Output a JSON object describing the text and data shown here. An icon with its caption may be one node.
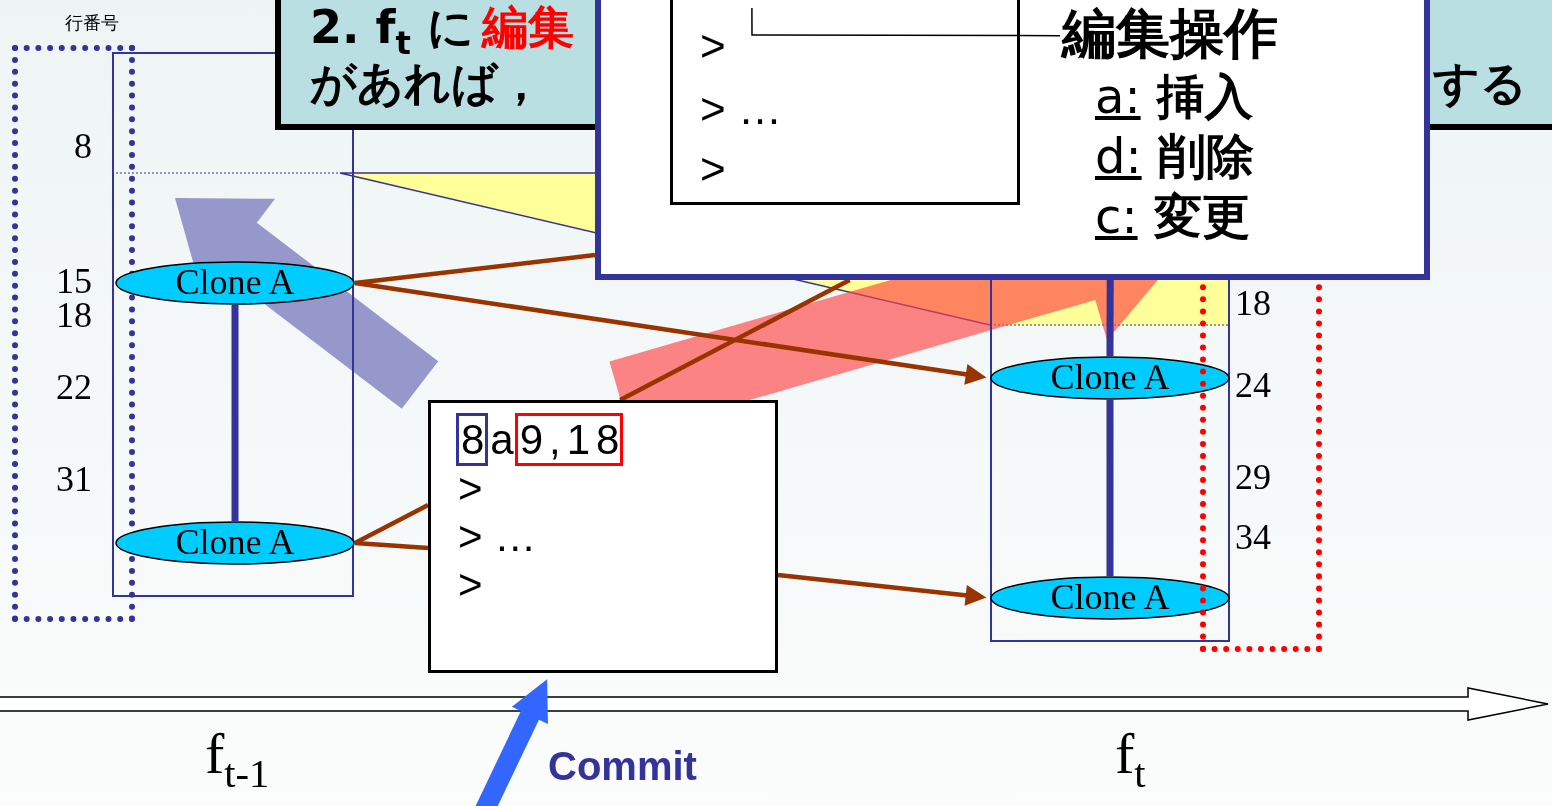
{
  "diagram": {
    "nodes": [
      {
        "text": [
          "2. f$_{t}$ に",
          "編集",
          "があれば，",
          "する"
        ]
      },
      {
        "text": [],
        "shape": "box"
      },
      {
        "text": [
          ">",
          "> …",
          ">"
        ],
        "in": 1
      },
      {
        "text": [
          "編集操作",
          "a: 挿入",
          "d: 削除",
          "c: 変更"
        ],
        "in": 1
      },
      {
        "text": [
          "行番号",
          "8",
          "15",
          "18",
          "22",
          "31"
        ]
      },
      {
        "text": [],
        "shape": "box"
      },
      {
        "text": [
          "Clone A"
        ],
        "in": 5
      },
      {
        "text": [
          "Clone A"
        ],
        "in": 5
      },
      {
        "text": [
          "8a9,18",
          ">",
          "> …",
          ">"
        ]
      },
      {
        "text": [],
        "shape": "box"
      },
      {
        "text": [
          "Clone A"
        ],
        "in": 9
      },
      {
        "text": [
          "Clone A"
        ],
        "in": 9
      },
      {
        "text": [
          "18",
          "24",
          "29",
          "34"
        ]
      }
    ],
    "edges": [
      {
        "from": 6,
        "to": 10,
        "arrow": "to"
      },
      {
        "from": 6,
        "to": 1,
        "arrow": "none"
      },
      {
        "from": 7,
        "to": 8,
        "arrow": "none"
      },
      {
        "from": 7,
        "to": 8,
        "arrow": "none"
      },
      {
        "from": 8,
        "to": 11,
        "arrow": "to"
      },
      {
        "from": 8,
        "to": 1,
        "arrow": "none"
      },
      {
        "from": 6,
        "to": 7,
        "arrow": "none",
        "color": "#333399"
      },
      {
        "from": 1,
        "to": 10,
        "arrow": "none",
        "color": "#333399"
      },
      {
        "from": 10,
        "to": 11,
        "arrow": "none",
        "color": "#333399"
      },
      {
        "from": 3,
        "to": 2,
        "arrow": "none",
        "color": "#000000"
      },
      {
        "from": null,
        "to": 8,
        "arrow": "to",
        "label": "Commit",
        "style": "thick",
        "color": "#3366ff"
      }
    ],
    "labels": [
      "f$_{t-1}$",
      "f$_{t}$"
    ]
  }
}
